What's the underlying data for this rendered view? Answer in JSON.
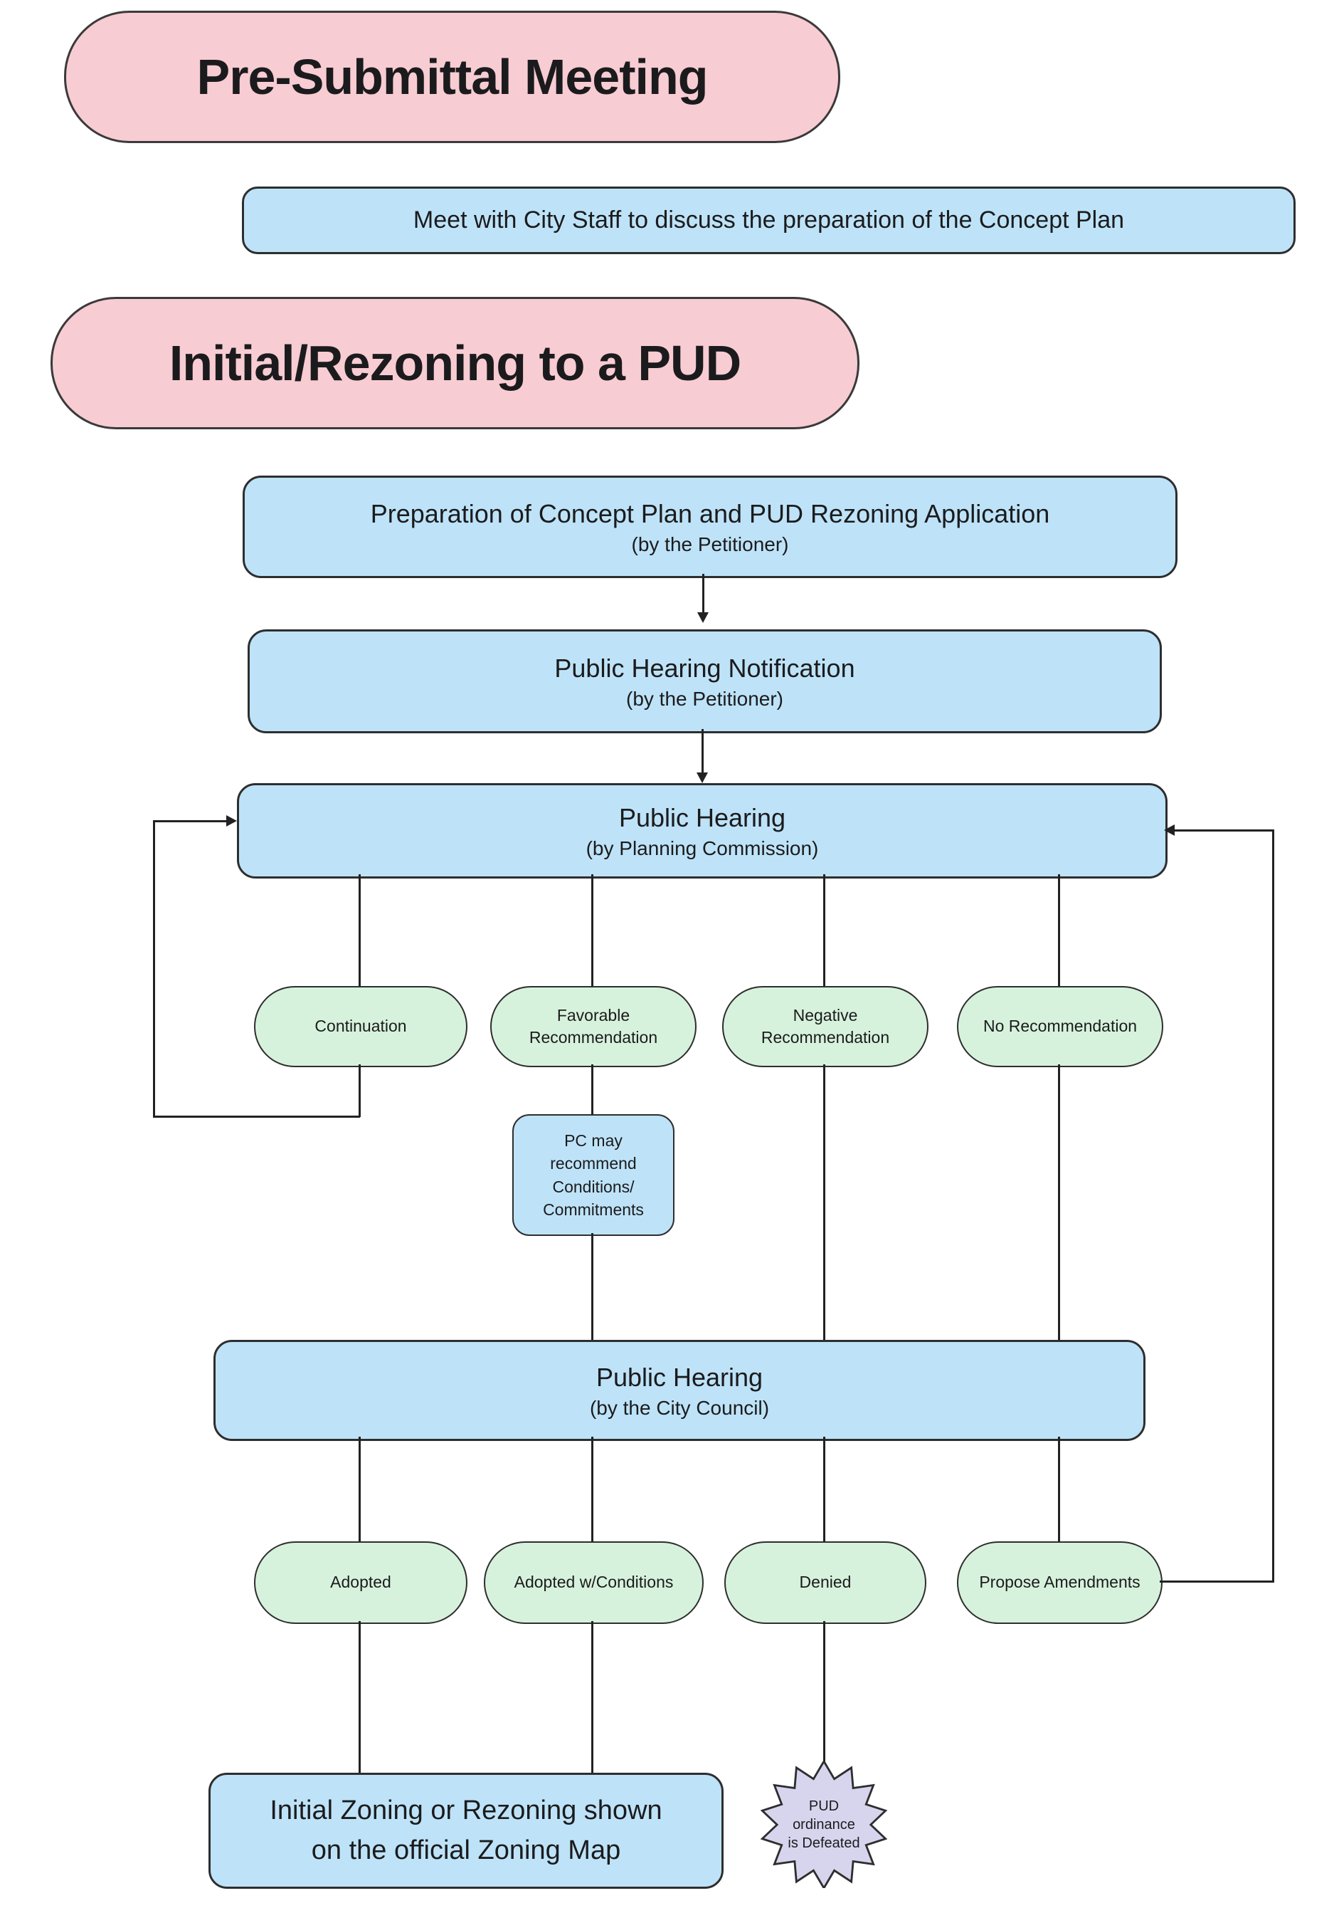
{
  "colors": {
    "pink": "#f8ccd3",
    "blue": "#bee3f8",
    "green": "#d7f2dc",
    "lavender": "#d7d5ee",
    "line": "#222222",
    "text": "#1b1b1d",
    "bg": "#ffffff"
  },
  "sections": {
    "pre_submittal": {
      "title": "Pre-Submittal Meeting",
      "step": "Meet with City Staff to discuss the preparation of the Concept Plan"
    },
    "initial_rezoning": {
      "title": "Initial/Rezoning to a PUD"
    }
  },
  "nodes": {
    "preparation": {
      "title": "Preparation of Concept Plan and PUD Rezoning Application",
      "subtitle": "(by the Petitioner)"
    },
    "notification": {
      "title": "Public Hearing Notification",
      "subtitle": "(by the Petitioner)"
    },
    "pc_hearing": {
      "title": "Public Hearing",
      "subtitle": "(by Planning Commission)"
    },
    "pc_conditions": {
      "text": "PC may\nrecommend\nConditions/\nCommitments"
    },
    "cc_hearing": {
      "title": "Public Hearing",
      "subtitle": "(by the City Council)"
    },
    "zoning_map": {
      "text": "Initial Zoning or Rezoning shown\non the official Zoning Map"
    },
    "pud_defeated": {
      "text": "PUD\nordinance\nis Defeated"
    }
  },
  "pc_outcomes": [
    "Continuation",
    "Favorable\nRecommendation",
    "Negative\nRecommendation",
    "No Recommendation"
  ],
  "cc_outcomes": [
    "Adopted",
    "Adopted w/Conditions",
    "Denied",
    "Propose Amendments"
  ]
}
